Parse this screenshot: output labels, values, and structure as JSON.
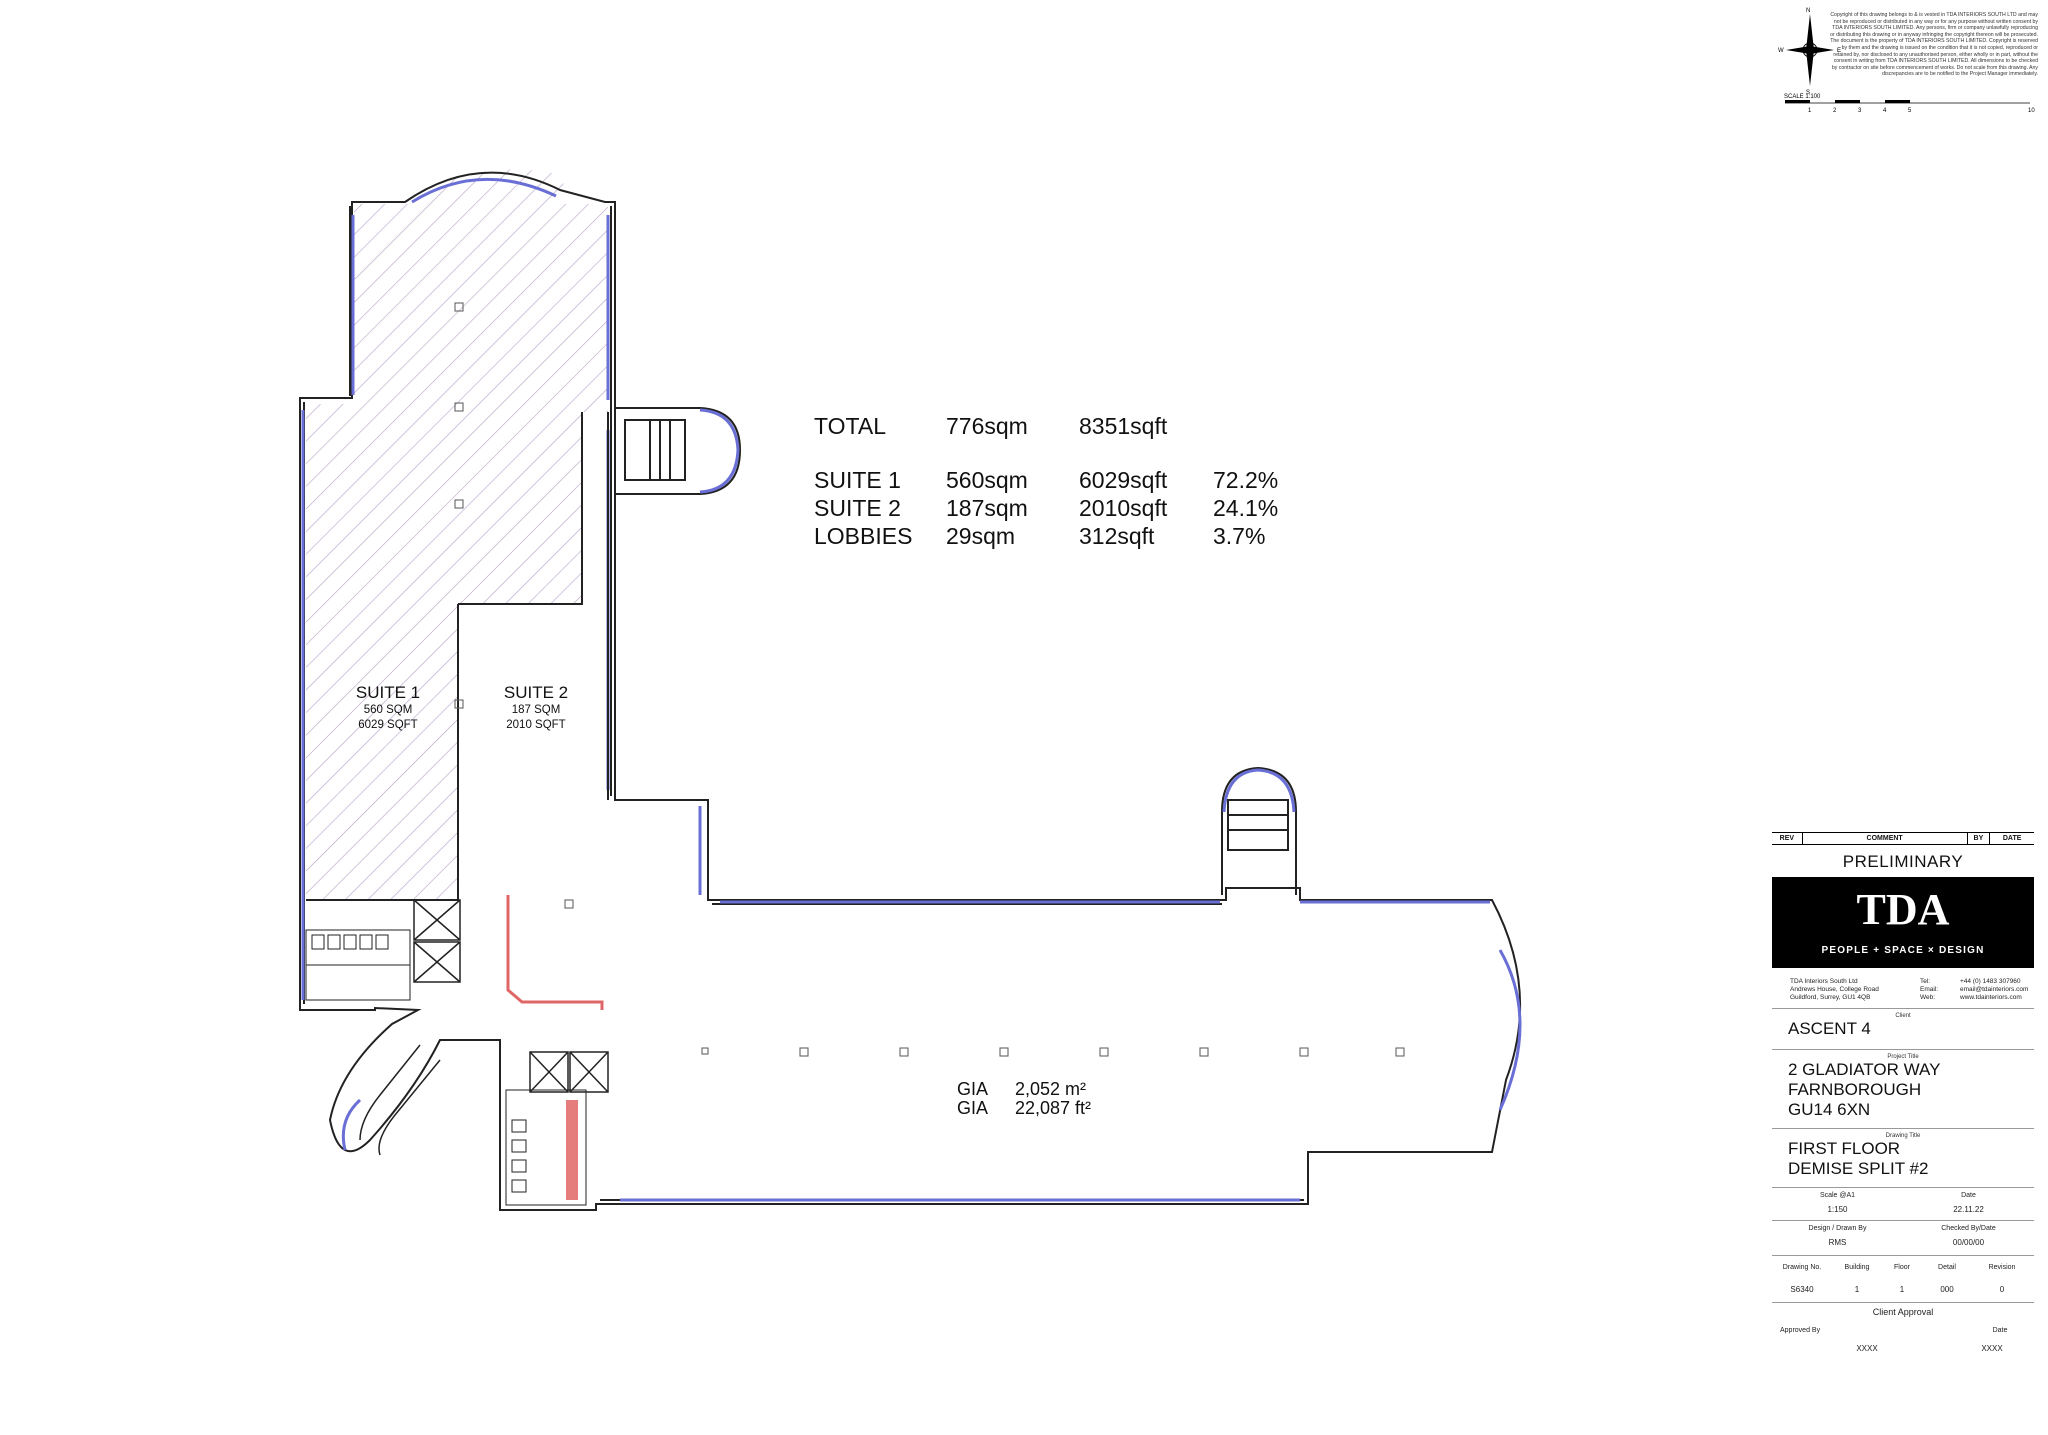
{
  "areas": {
    "total": {
      "label": "TOTAL",
      "sqm": "776sqm",
      "sqft": "8351sqft"
    },
    "rows": [
      {
        "label": "SUITE 1",
        "sqm": "560sqm",
        "sqft": "6029sqft",
        "pct": "72.2%"
      },
      {
        "label": "SUITE 2",
        "sqm": "187sqm",
        "sqft": "2010sqft",
        "pct": "24.1%"
      },
      {
        "label": "LOBBIES",
        "sqm": "29sqm",
        "sqft": "312sqft",
        "pct": "3.7%"
      }
    ]
  },
  "suites": {
    "suite1": {
      "name": "SUITE 1",
      "sqm": "560 SQM",
      "sqft": "6029 SQFT"
    },
    "suite2": {
      "name": "SUITE 2",
      "sqm": "187 SQM",
      "sqft": "2010 SQFT"
    }
  },
  "gia": {
    "label": "GIA",
    "metric": "2,052 m²",
    "imperial": "22,087 ft²"
  },
  "copyright": "Copyright of this drawing belongs to & is vested in TDA INTERIORS SOUTH LTD and may not be reproduced or distributed in any way or for any purpose without written consent by TDA INTERIORS SOUTH LIMITED. Any persons, firm or company unlawfully reproducing or distributing this drawing or in anyway infringing the copyright thereon will be prosecuted. The document is the property of TDA INTERIORS SOUTH LIMITED. Copyright is reserved by them and the drawing is issued on the condition that it is not copied, reproduced or retained by, nor disclosed to any unauthorised person, either wholly or in part, without the consent in writing from TDA INTERIORS SOUTH LIMITED. All dimensions to be checked by contractor on site before commencement of works. Do not scale from this drawing. Any discrepancies are to be notified to the Project Manager immediately.",
  "north": {
    "n": "N",
    "s": "S",
    "e": "E",
    "w": "W"
  },
  "scale_bar": {
    "label": "SCALE 1:100",
    "ticks": [
      "1",
      "2",
      "3",
      "4",
      "5",
      "10"
    ]
  },
  "title_block": {
    "rev_headers": [
      "REV",
      "COMMENT",
      "BY",
      "DATE"
    ],
    "status": "PRELIMINARY",
    "logo": "TDA",
    "tagline": "PEOPLE + SPACE × DESIGN",
    "company_lines": [
      "TDA Interiors South Ltd",
      "Andrews House, College Road",
      "Guildford, Surrey, GU1 4QB"
    ],
    "contact_labels": [
      "Tel:",
      "Email:",
      "Web:"
    ],
    "contact_values": [
      "+44 (0) 1483 307960",
      "email@tdainteriors.com",
      "www.tdainteriors.com"
    ],
    "client_label": "Client",
    "client": "ASCENT 4",
    "project_label": "Project Title",
    "project_lines": [
      "2 GLADIATOR WAY",
      "FARNBOROUGH",
      "GU14 6XN"
    ],
    "drawing_label": "Drawing Title",
    "drawing_lines": [
      "FIRST FLOOR",
      "DEMISE SPLIT #2"
    ],
    "scale_label": "Scale @A1",
    "scale_value": "1:150",
    "date_label": "Date",
    "date_value": "22.11.22",
    "design_label": "Design / Drawn By",
    "design_value": "RMS",
    "checked_label": "Checked By/Date",
    "checked_value": "00/00/00",
    "drawing_no_headers": [
      "Drawing No.",
      "Building",
      "Floor",
      "Detail",
      "Revision"
    ],
    "drawing_no_values": [
      "S6340",
      "1",
      "1",
      "000",
      "0"
    ],
    "approval_label": "Client Approval",
    "approved_by_label": "Approved By",
    "approved_date_label": "Date",
    "approved_by_value": "XXXX",
    "approved_date_value": "XXXX"
  },
  "colors": {
    "wall": "#222222",
    "hatch": "#b79ec4",
    "glazing": "#6a6fd6",
    "accent_red": "#e06666",
    "logo_bg": "#000000"
  }
}
